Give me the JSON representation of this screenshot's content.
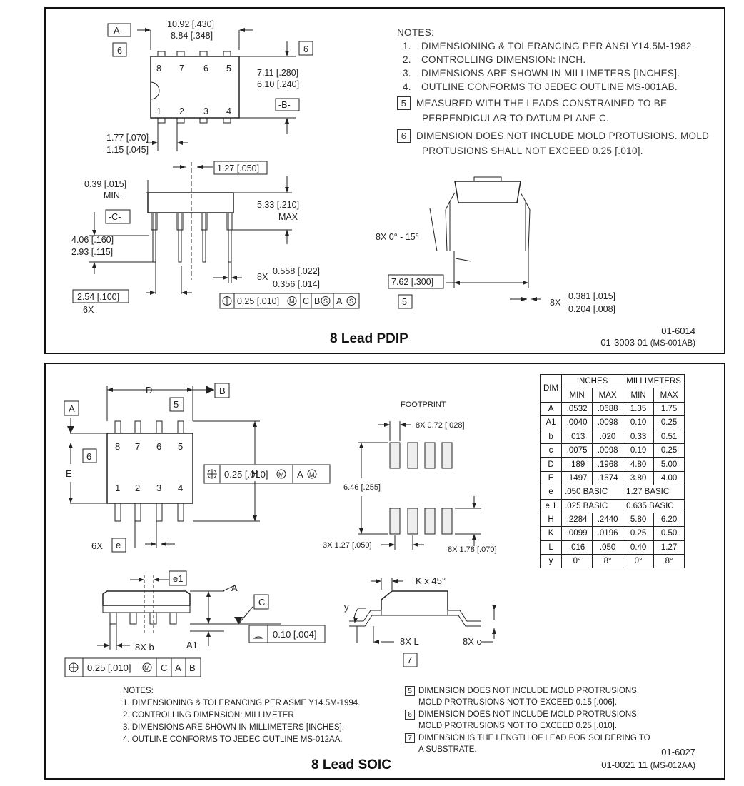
{
  "pdip": {
    "title": "8 Lead PDIP",
    "drawing_no_1": "01-6014",
    "drawing_no_2": "01-3003 01",
    "standard": "(MS-001AB)",
    "notes_heading": "NOTES:",
    "notes": [
      {
        "num": "1.",
        "text": "DIMENSIONING & TOLERANCING PER ANSI Y14.5M-1982."
      },
      {
        "num": "2.",
        "text": "CONTROLLING DIMENSION: INCH."
      },
      {
        "num": "3.",
        "text": "DIMENSIONS ARE SHOWN IN MILLIMETERS [INCHES]."
      },
      {
        "num": "4.",
        "text": "OUTLINE CONFORMS TO JEDEC OUTLINE MS-001AB."
      }
    ],
    "boxed_notes": [
      {
        "num": "5",
        "line1": "MEASURED WITH THE LEADS CONSTRAINED TO BE",
        "line2": "PERPENDICULAR TO DATUM PLANE C."
      },
      {
        "num": "6",
        "line1": "DIMENSION DOES NOT INCLUDE MOLD PROTUSIONS. MOLD",
        "line2": "PROTUSIONS SHALL NOT EXCEED 0.25 [.010]."
      }
    ],
    "labels": {
      "datum_a": "-A-",
      "datum_b": "-B-",
      "datum_c": "-C-",
      "note6": "6",
      "note5": "5",
      "len_max": "10.92 [.430]",
      "len_min": "8.84 [.348]",
      "wid_max": "7.11 [.280]",
      "wid_min": "6.10 [.240]",
      "pin1": "1",
      "pin2": "2",
      "pin3": "3",
      "pin4": "4",
      "pin5": "5",
      "pin6": "6",
      "pin7": "7",
      "pin8": "8",
      "shoulder_max": "1.77 [.070]",
      "shoulder_min": "1.15 [.045]",
      "pitch": "1.27 [.050]",
      "standoff": "0.39 [.015]",
      "standoff_min": "MIN.",
      "height": "5.33 [.210]",
      "height_max": "MAX",
      "lead_max": "4.06 [.160]",
      "lead_min": "2.93 [.115]",
      "eight_x": "8X",
      "lead_w_max": "0.558 [.022]",
      "lead_w_min": "0.356 [.014]",
      "row_pitch": "2.54 [.100]",
      "six_x": "6X",
      "fcf": "0.25 [.010]",
      "fcf_m": "M",
      "fcf_c": "C",
      "fcf_b": "B",
      "fcf_s": "S",
      "fcf_a": "A",
      "fcf_s2": "S",
      "lead_angle": "8X 0° - 15°",
      "row_spacing": "7.62 [.300]",
      "thick_8x": "8X",
      "thick_max": "0.381 [.015]",
      "thick_min": "0.204 [.008]"
    }
  },
  "soic": {
    "title": "8 Lead SOIC",
    "drawing_no_1": "01-6027",
    "drawing_no_2": "01-0021 11",
    "standard": "(MS-012AA)",
    "labels": {
      "d": "D",
      "b_datum": "B",
      "a_datum": "A",
      "note5": "5",
      "note6": "6",
      "note7": "7",
      "e": "E",
      "h": "H",
      "pin1": "1",
      "pin2": "2",
      "pin3": "3",
      "pin4": "4",
      "pin5": "5",
      "pin6": "6",
      "pin7": "7",
      "pin8": "8",
      "fcf_val": "0.25 [.010]",
      "fcf_m": "M",
      "fcf_a": "A",
      "fcf_am": "M",
      "six_x": "6X",
      "e_small": "e",
      "footprint": "FOOTPRINT",
      "fp_width": "8X 0.72 [.028]",
      "fp_span": "6.46 [.255]",
      "fp_pitch": "3X 1.27 [.050]",
      "fp_len": "8X 1.78 [.070]",
      "e1": "e1",
      "a_dim": "A",
      "c_datum": "C",
      "a1": "A1",
      "eight_x_b": "8X b",
      "flat": "0.10 [.004]",
      "fcf2_val": "0.25 [.010]",
      "fcf2_m": "M",
      "fcf2_c": "C",
      "fcf2_a": "A",
      "fcf2_b": "B",
      "k45": "K x 45°",
      "y": "y",
      "eight_x_l": "8X L",
      "eight_x_c": "8X c"
    },
    "table": {
      "dim_header": "DIM",
      "inches": "INCHES",
      "mm": "MILLIMETERS",
      "min": "MIN",
      "max": "MAX",
      "rows": [
        [
          "A",
          ".0532",
          ".0688",
          "1.35",
          "1.75"
        ],
        [
          "A1",
          ".0040",
          ".0098",
          "0.10",
          "0.25"
        ],
        [
          "b",
          ".013",
          ".020",
          "0.33",
          "0.51"
        ],
        [
          "c",
          ".0075",
          ".0098",
          "0.19",
          "0.25"
        ],
        [
          "D",
          ".189",
          ".1968",
          "4.80",
          "5.00"
        ],
        [
          "E",
          ".1497",
          ".1574",
          "3.80",
          "4.00"
        ],
        [
          "e",
          ".050 BASIC",
          "",
          "1.27 BASIC",
          ""
        ],
        [
          "e 1",
          ".025 BASIC",
          "",
          "0.635 BASIC",
          ""
        ],
        [
          "H",
          ".2284",
          ".2440",
          "5.80",
          "6.20"
        ],
        [
          "K",
          ".0099",
          ".0196",
          "0.25",
          "0.50"
        ],
        [
          "L",
          ".016",
          ".050",
          "0.40",
          "1.27"
        ],
        [
          "y",
          "0°",
          "8°",
          "0°",
          "8°"
        ]
      ]
    },
    "notes_heading": "NOTES:",
    "notes": [
      "1.  DIMENSIONING & TOLERANCING PER ASME Y14.5M-1994.",
      "2.  CONTROLLING DIMENSION: MILLIMETER",
      "3.  DIMENSIONS ARE SHOWN IN MILLIMETERS [INCHES].",
      "4.  OUTLINE CONFORMS TO JEDEC OUTLINE MS-012AA."
    ],
    "boxed_notes": [
      {
        "num": "5",
        "line1": "DIMENSION DOES NOT INCLUDE MOLD PROTRUSIONS.",
        "line2": "MOLD PROTRUSIONS NOT TO EXCEED 0.15 [.006]."
      },
      {
        "num": "6",
        "line1": "DIMENSION DOES NOT INCLUDE MOLD PROTRUSIONS.",
        "line2": "MOLD PROTRUSIONS NOT TO EXCEED 0.25 [.010]."
      },
      {
        "num": "7",
        "line1": "DIMENSION IS THE LENGTH OF LEAD FOR SOLDERING TO",
        "line2": "A SUBSTRATE."
      }
    ]
  }
}
